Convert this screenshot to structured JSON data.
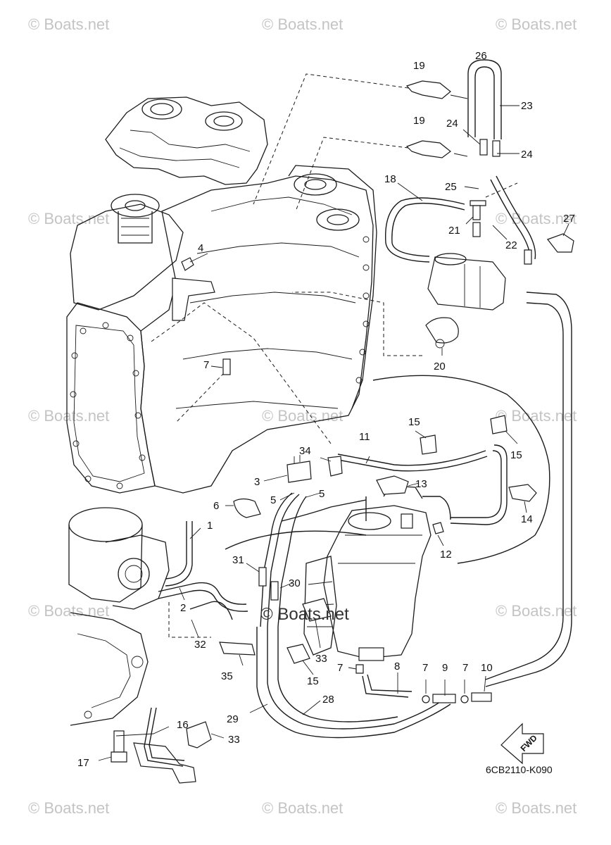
{
  "watermark": {
    "text": "© Boats.net"
  },
  "diagram_code": "6CB2110-K090",
  "fwd_label": "FWD",
  "callouts": [
    {
      "id": "c1",
      "label": "1"
    },
    {
      "id": "c2",
      "label": "2"
    },
    {
      "id": "c3",
      "label": "3"
    },
    {
      "id": "c4",
      "label": "4"
    },
    {
      "id": "c5a",
      "label": "5"
    },
    {
      "id": "c5b",
      "label": "5"
    },
    {
      "id": "c6",
      "label": "6"
    },
    {
      "id": "c7a",
      "label": "7"
    },
    {
      "id": "c7b",
      "label": "7"
    },
    {
      "id": "c7c",
      "label": "7"
    },
    {
      "id": "c7d",
      "label": "7"
    },
    {
      "id": "c8",
      "label": "8"
    },
    {
      "id": "c9",
      "label": "9"
    },
    {
      "id": "c10",
      "label": "10"
    },
    {
      "id": "c11",
      "label": "11"
    },
    {
      "id": "c12",
      "label": "12"
    },
    {
      "id": "c13",
      "label": "13"
    },
    {
      "id": "c14",
      "label": "14"
    },
    {
      "id": "c15a",
      "label": "15"
    },
    {
      "id": "c15b",
      "label": "15"
    },
    {
      "id": "c15c",
      "label": "15"
    },
    {
      "id": "c16",
      "label": "16"
    },
    {
      "id": "c17",
      "label": "17"
    },
    {
      "id": "c18",
      "label": "18"
    },
    {
      "id": "c19a",
      "label": "19"
    },
    {
      "id": "c19b",
      "label": "19"
    },
    {
      "id": "c20",
      "label": "20"
    },
    {
      "id": "c21",
      "label": "21"
    },
    {
      "id": "c22",
      "label": "22"
    },
    {
      "id": "c23",
      "label": "23"
    },
    {
      "id": "c24a",
      "label": "24"
    },
    {
      "id": "c24b",
      "label": "24"
    },
    {
      "id": "c25",
      "label": "25"
    },
    {
      "id": "c26",
      "label": "26"
    },
    {
      "id": "c27",
      "label": "27"
    },
    {
      "id": "c28",
      "label": "28"
    },
    {
      "id": "c29",
      "label": "29"
    },
    {
      "id": "c30",
      "label": "30"
    },
    {
      "id": "c31",
      "label": "31"
    },
    {
      "id": "c32",
      "label": "32"
    },
    {
      "id": "c33a",
      "label": "33"
    },
    {
      "id": "c33b",
      "label": "33"
    },
    {
      "id": "c34",
      "label": "34"
    },
    {
      "id": "c35",
      "label": "35"
    }
  ]
}
